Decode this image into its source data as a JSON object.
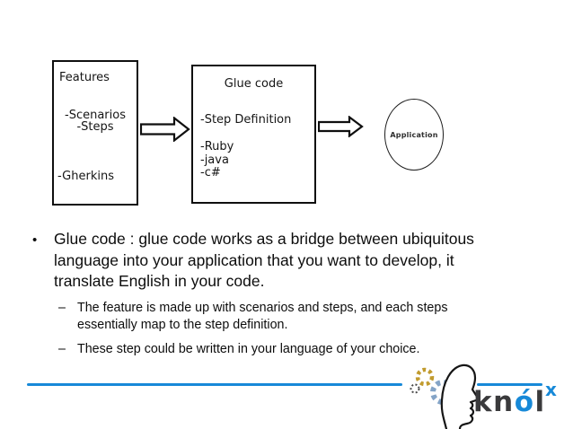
{
  "diagram": {
    "features_box": {
      "title": "Features",
      "scenarios": "-Scenarios",
      "steps": "-Steps",
      "gherkins": "-Gherkins"
    },
    "glue_box": {
      "title": "Glue code",
      "step_definition": "-Step Definition",
      "ruby": "-Ruby",
      "java": "-java",
      "csharp": "-c#"
    },
    "application_ellipse": {
      "label": "Application"
    }
  },
  "bullets": {
    "marker": "•",
    "dash": "–",
    "main": "Glue code : glue code works as a bridge between ubiquitous language into your application that you want to develop, it translate English in your code.",
    "sub1": "The feature is made up with scenarios and steps, and each steps essentially map to the step definition.",
    "sub2": "These step could be written in your language of your choice."
  },
  "footer": {
    "brand": {
      "part_kn": "kn",
      "part_o": "ó",
      "part_l": "l",
      "superscript": "x"
    },
    "colors": {
      "accent_blue": "#1789d8",
      "gear_gold": "#c19b2e",
      "gear_blue": "#84a4c7",
      "gear_dark": "#4a4a4a",
      "brand_dark": "#3a3a3c"
    }
  }
}
